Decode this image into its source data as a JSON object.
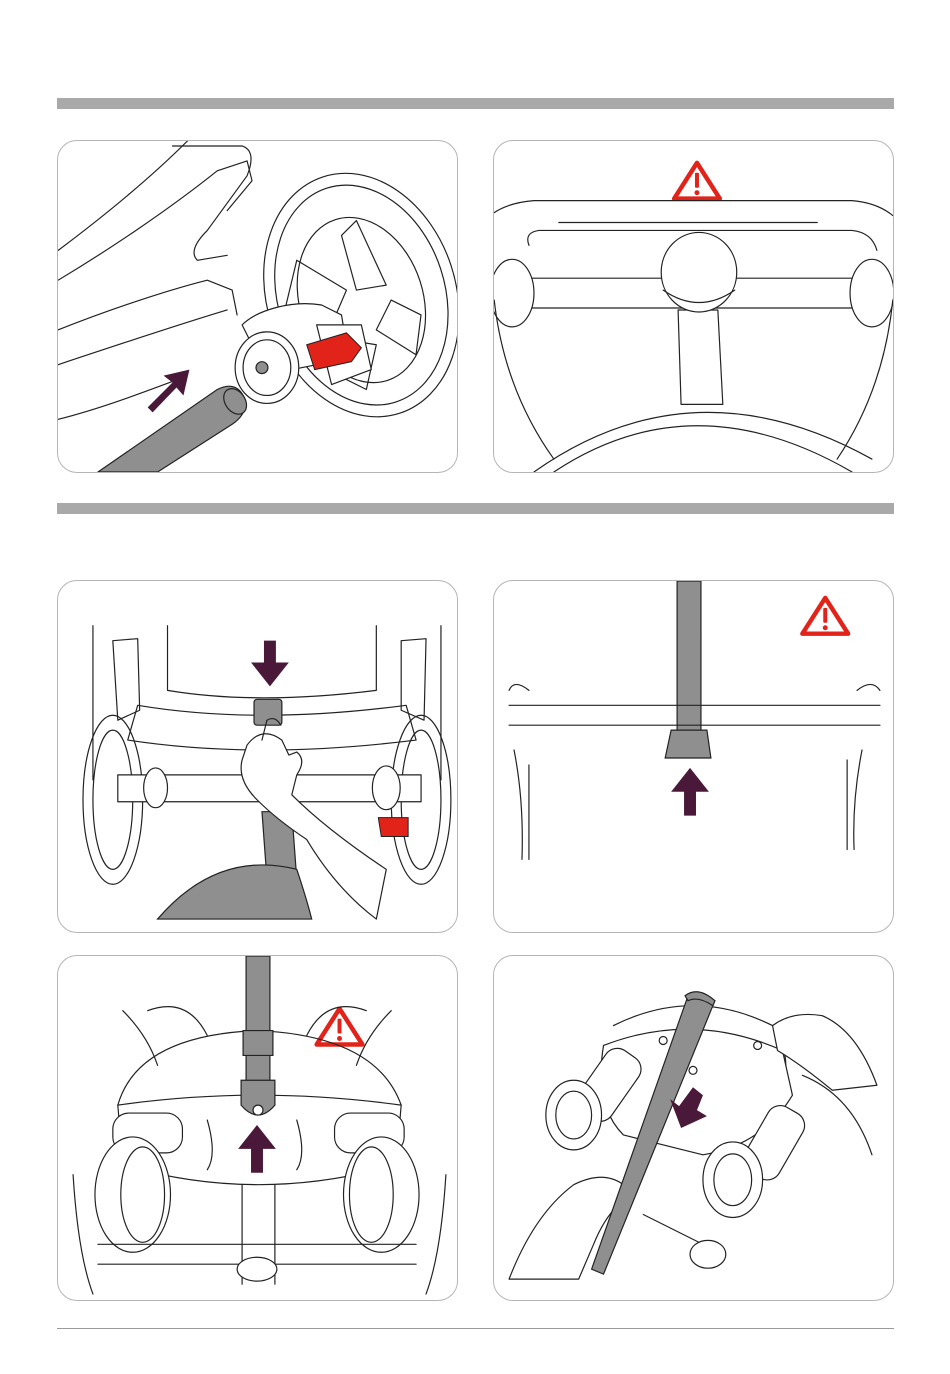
{
  "page": {
    "background": "#ffffff"
  },
  "colors": {
    "section_bar": "#a9a9a9",
    "panel_border": "#b5b5b5",
    "arrow": "#4a1838",
    "accent_red": "#e2231a",
    "component_grey": "#8f8f8f"
  },
  "icons": {
    "warning": "warning-triangle-icon",
    "arrow": "direction-arrow-icon"
  },
  "panels": [
    {
      "name": "wheel-release-button-illustration",
      "warning": false
    },
    {
      "name": "bumper-bar-front-view",
      "warning": true
    },
    {
      "name": "press-release-button-illustration",
      "warning": false
    },
    {
      "name": "strap-buckle-insert-illustration",
      "warning": true
    },
    {
      "name": "strap-connector-push-up-illustration",
      "warning": true
    },
    {
      "name": "strap-pull-down-illustration",
      "warning": false
    }
  ]
}
